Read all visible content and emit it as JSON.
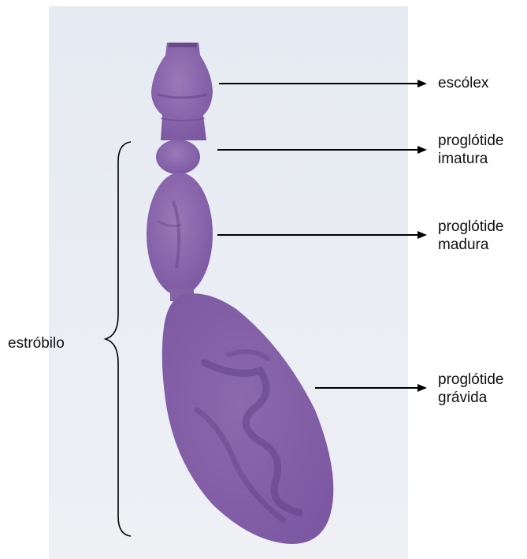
{
  "labels": {
    "scolex": "escólex",
    "immature_line1": "proglótide",
    "immature_line2": "imatura",
    "mature_line1": "proglótide",
    "mature_line2": "madura",
    "gravid_line1": "proglótide",
    "gravid_line2": "grávida",
    "strobilus": "estróbilo"
  },
  "colors": {
    "specimen": "#8a64a8",
    "specimen_dark": "#6a4488",
    "background_photo": "#eaedf3",
    "arrow": "#000000"
  }
}
